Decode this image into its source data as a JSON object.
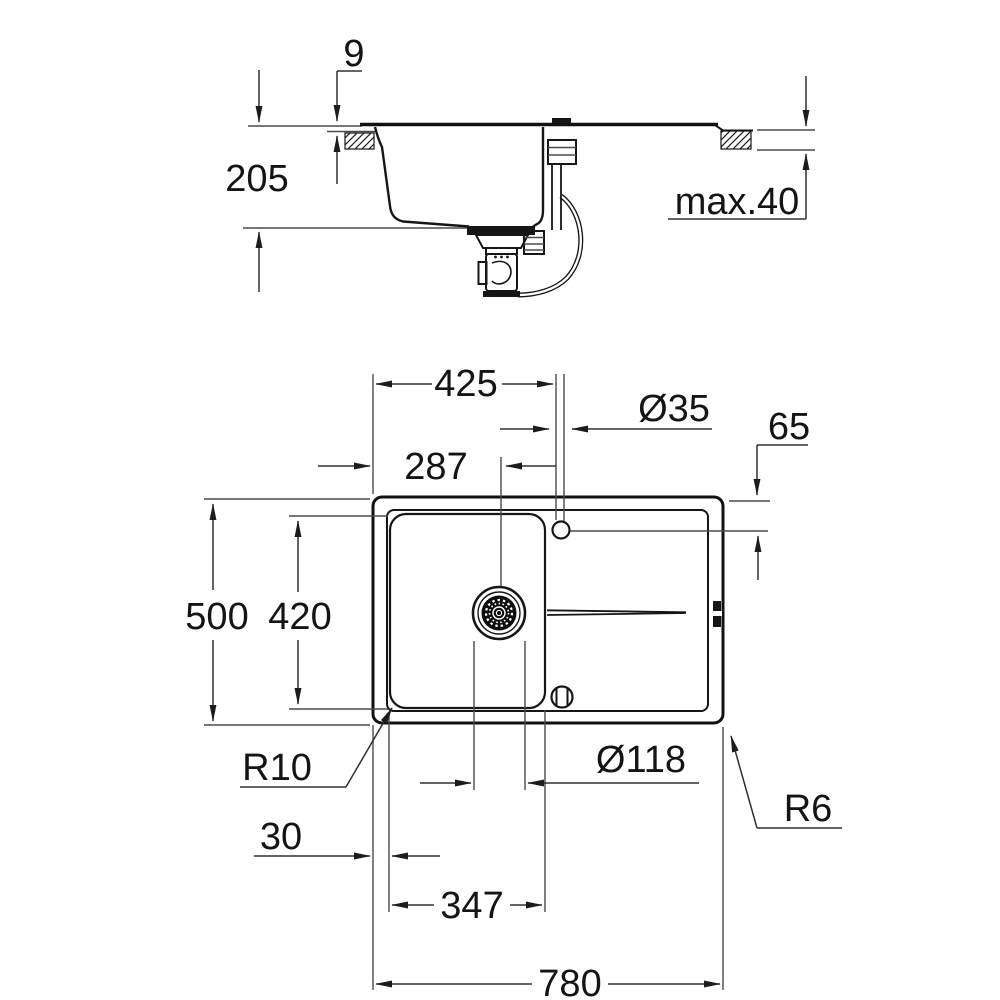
{
  "drawing": {
    "kind": "sink-installation-technical-drawing",
    "background_color": "#ffffff",
    "line_color": "#161616",
    "section_view": {
      "label": "side-section-view",
      "dimensions": {
        "rim_height": "9",
        "bowl_depth": "205",
        "max_counter_thickness": "max.40"
      }
    },
    "plan_view": {
      "label": "top-plan-view",
      "dimensions": {
        "tap_hole_from_left": "425",
        "tap_hole_diameter": "Ø35",
        "tap_hole_from_top_edge": "65",
        "drain_center_from_left": "287",
        "overall_depth": "500",
        "inner_depth": "420",
        "bowl_corner_radius": "R10",
        "drain_diameter": "Ø118",
        "outer_corner_radius": "R6",
        "bowl_offset_from_left": "30",
        "bowl_inner_width": "347",
        "overall_width": "780"
      }
    }
  }
}
